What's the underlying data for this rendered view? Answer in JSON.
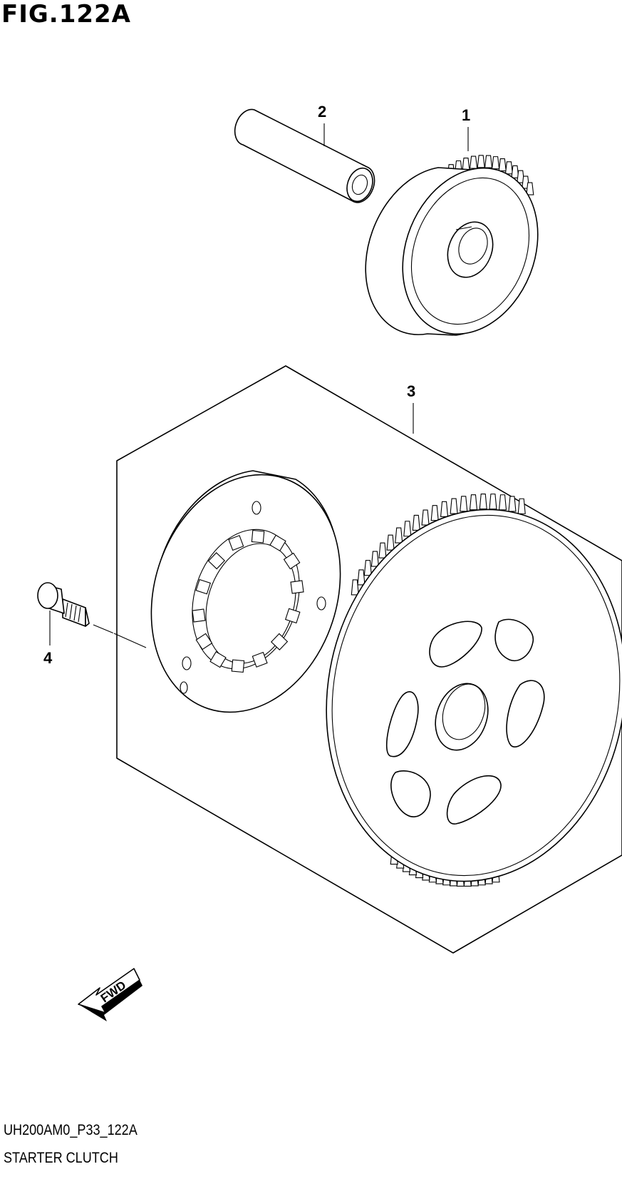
{
  "figure": {
    "title": "FIG.122A",
    "code": "UH200AM0_P33_122A",
    "caption": "STARTER CLUTCH"
  },
  "callouts": [
    {
      "id": "1",
      "label": "1"
    },
    {
      "id": "2",
      "label": "2"
    },
    {
      "id": "3",
      "label": "3"
    },
    {
      "id": "4",
      "label": "4"
    }
  ],
  "fwd_arrow": {
    "label": "FWD"
  }
}
